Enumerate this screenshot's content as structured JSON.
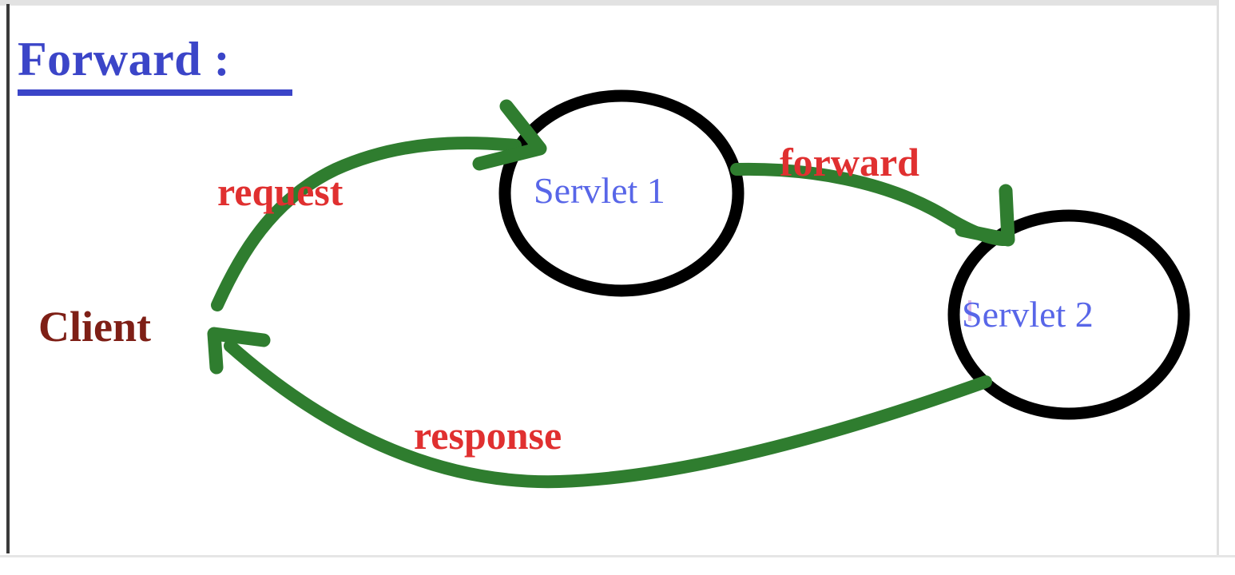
{
  "diagram": {
    "title": "Forward :",
    "type": "servlet-request-dispatcher-forward-flow",
    "nodes": [
      {
        "id": "client",
        "label": "Client",
        "shape": "text",
        "color": "#7e1f16"
      },
      {
        "id": "servlet1",
        "label": "Servlet 1",
        "shape": "circle",
        "color": "#5866e8"
      },
      {
        "id": "servlet2",
        "label": "Servlet 2",
        "shape": "circle",
        "color": "#5866e8"
      }
    ],
    "edges": [
      {
        "id": "request",
        "label": "request",
        "from": "client",
        "to": "servlet1",
        "color": "#e03030"
      },
      {
        "id": "forward",
        "label": "forward",
        "from": "servlet1",
        "to": "servlet2",
        "color": "#e03030"
      },
      {
        "id": "response",
        "label": "response",
        "from": "servlet2",
        "to": "client",
        "color": "#e03030"
      }
    ],
    "colors": {
      "title": "#3b45c8",
      "node_text": "#5866e8",
      "client_text": "#7e1f16",
      "edge_label": "#e03030",
      "arrow": "#2f7d2f",
      "node_outline": "#000000",
      "background": "#ffffff",
      "frame": "#3a3a3a"
    }
  }
}
